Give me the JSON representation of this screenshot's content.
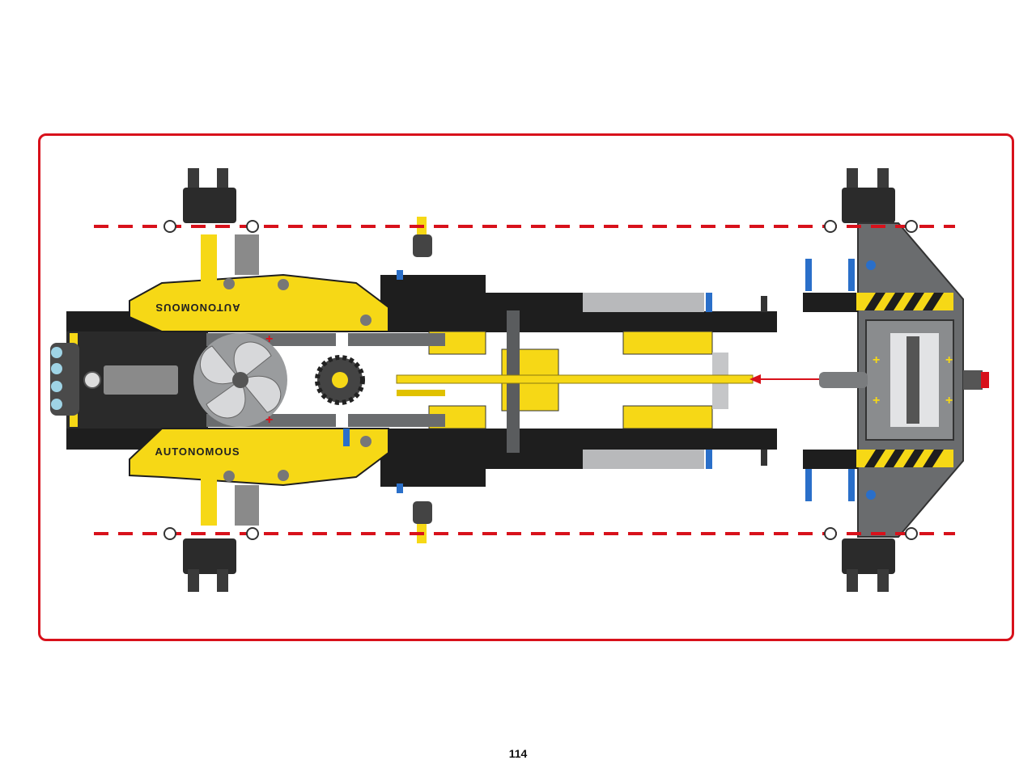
{
  "page": {
    "page_number": "114"
  },
  "model": {
    "decal_top": "AUTONOMOUS",
    "decal_bottom": "AUTONOMOUS"
  },
  "colors": {
    "frame_red": "#d8111b",
    "guide_red": "#d8111b",
    "lego_yellow": "#f6d816",
    "lego_black": "#1e1e1e",
    "dark_grey": "#5a5c5e",
    "light_grey": "#b8b9bb",
    "technic_blue": "#2a6fc9"
  },
  "icons": [
    "connector-arrow-icon",
    "pin-icon",
    "gear-icon",
    "fan-rotor-icon",
    "hazard-stripe-icon"
  ]
}
